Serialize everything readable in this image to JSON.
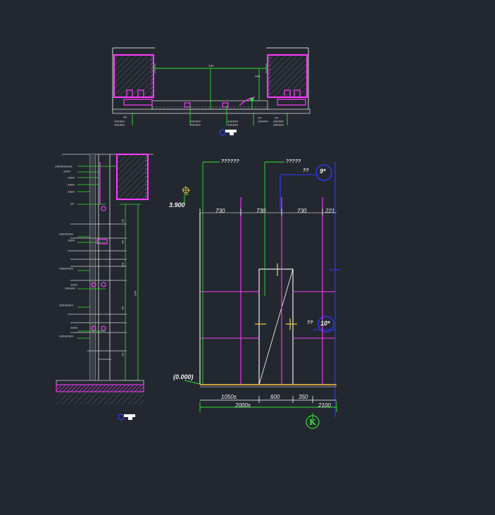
{
  "colors": {
    "background": "#232830",
    "wall_outline": "#ff3bff",
    "leader": "#2fe02f",
    "grid_blue": "#2b3cff",
    "frame": "#ffffff",
    "floor": "#c8a040",
    "dim": "#e8e8e8",
    "hatch": "#8a8a8a"
  },
  "plan_view": {
    "center_dim": "???",
    "right_dim": "???",
    "labels_left": [
      "??",
      "??????",
      "??????"
    ],
    "labels_mid": [
      "??????",
      "??????"
    ],
    "labels_right_a": [
      "??",
      "??????"
    ],
    "labels_right_b": [
      "??",
      "??????",
      "??????"
    ]
  },
  "section_view": {
    "labels": [
      "??????????",
      "????",
      "????",
      "????",
      "????",
      "??",
      "????????",
      "????",
      "????????",
      "????",
      "??????",
      "????????",
      "????",
      "????????"
    ],
    "dims": [
      "??",
      "??",
      "??",
      "??",
      "??",
      "???"
    ]
  },
  "elevation": {
    "callout_1": "??????",
    "callout_2": "?????",
    "tag_1": "??",
    "tag_2": "??",
    "bubble_1": "9*",
    "bubble_2": "10*",
    "level_top": "3.900",
    "level_bottom": "(0.000)",
    "top_dims": [
      "730",
      "730",
      "730",
      "221"
    ],
    "bottom_dims": [
      "1050±",
      "600",
      "350"
    ],
    "total_dim": "2000±",
    "total_dim_right": "2100",
    "axis": "K"
  }
}
